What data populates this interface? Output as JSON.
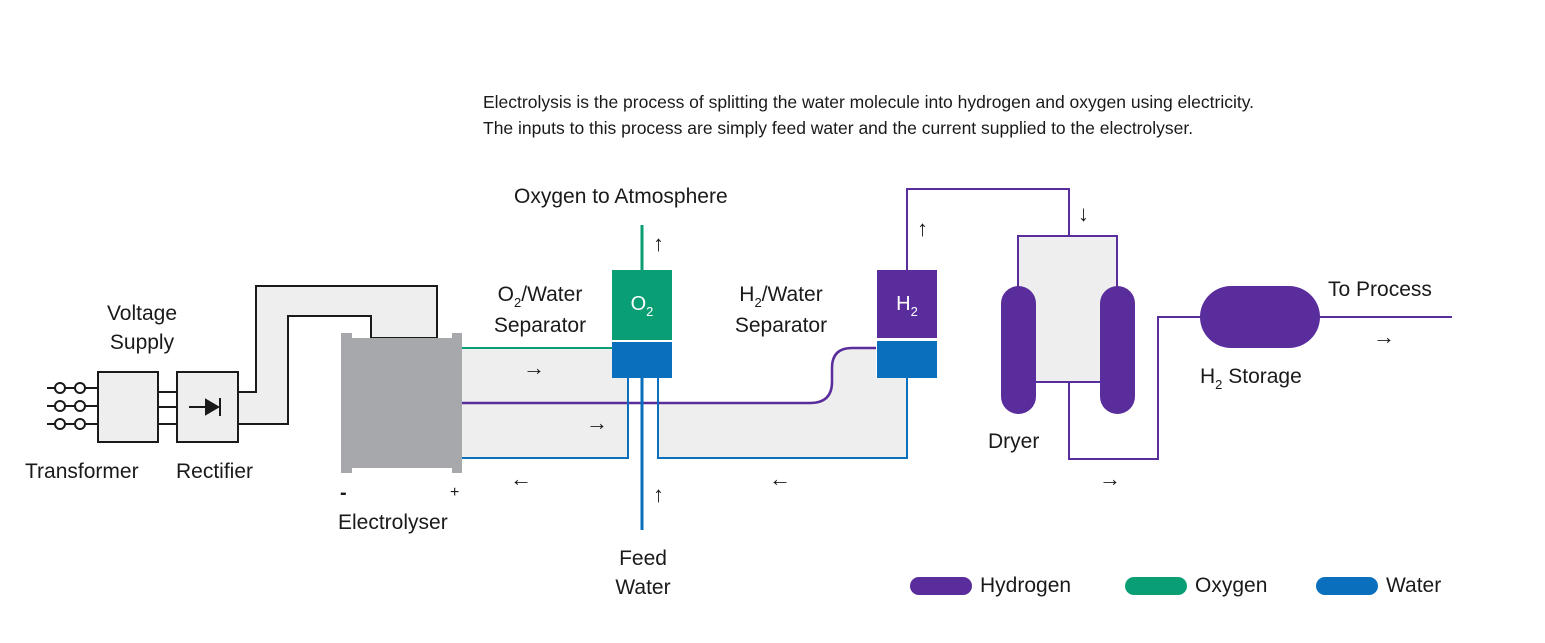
{
  "intro": {
    "line1": "Electrolysis is the process of splitting the water molecule into hydrogen and oxygen using electricity.",
    "line2": "The inputs to this process are simply feed water and the current supplied to the electrolyser."
  },
  "labels": {
    "voltage_supply_1": "Voltage",
    "voltage_supply_2": "Supply",
    "transformer": "Transformer",
    "rectifier": "Rectifier",
    "electrolyser": "Electrolyser",
    "minus": "-",
    "plus": "+",
    "o2_separator_1_main": "O",
    "o2_separator_1_sub": "2",
    "o2_separator_1_rest": "/Water",
    "o2_separator_2": "Separator",
    "oxygen_to_atmosphere": "Oxygen to Atmosphere",
    "feed_water_1": "Feed",
    "feed_water_2": "Water",
    "h2_separator_1_main": "H",
    "h2_separator_1_sub": "2",
    "h2_separator_1_rest": "/Water",
    "h2_separator_2": "Separator",
    "dryer": "Dryer",
    "h2_storage_main": "H",
    "h2_storage_sub": "2",
    "h2_storage_rest": " Storage",
    "to_process": "To Process"
  },
  "vessels": {
    "o2_main": "O",
    "o2_sub": "2",
    "h2_main": "H",
    "h2_sub": "2"
  },
  "legend": [
    {
      "label": "Hydrogen",
      "color": "#5a2d9c"
    },
    {
      "label": "Oxygen",
      "color": "#0a9e74"
    },
    {
      "label": "Water",
      "color": "#0a6fbd"
    }
  ],
  "colors": {
    "hydrogen": "#5a2d9c",
    "oxygen": "#0a9e74",
    "water": "#0a6fbd",
    "electrolyser": "#a7a8ab",
    "fill": "#eeeeee",
    "line": "#1a1a1a"
  }
}
